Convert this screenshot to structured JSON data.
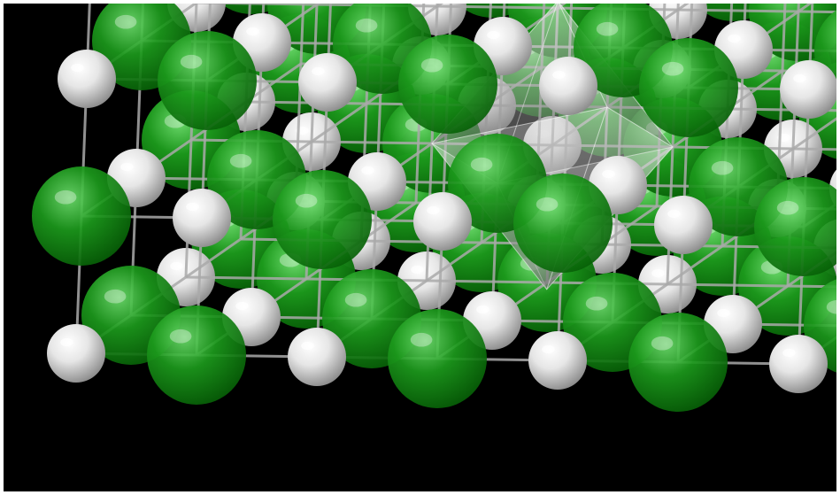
{
  "image": {
    "subject": "crystal-lattice-ball-model",
    "background_color": "#000000",
    "frame_color": "#ffffff",
    "grid_cells": [
      3,
      2,
      2
    ]
  },
  "colors": {
    "anion_sphere": "#1c9a1c",
    "anion_sphere_dark": "#075f07",
    "anion_highlight": "#6fe06f",
    "cation_sphere": "#e6e6e6",
    "cation_sphere_dark": "#8a8a8a",
    "cation_highlight": "#ffffff",
    "lattice_line": "#a9a9a9",
    "polyhedron_fill": "#ffffff",
    "polyhedron_shadow": "#6f6f6f"
  },
  "atoms": {
    "anion": {
      "icon": "green-sphere-icon"
    },
    "cation": {
      "icon": "white-sphere-icon"
    }
  }
}
